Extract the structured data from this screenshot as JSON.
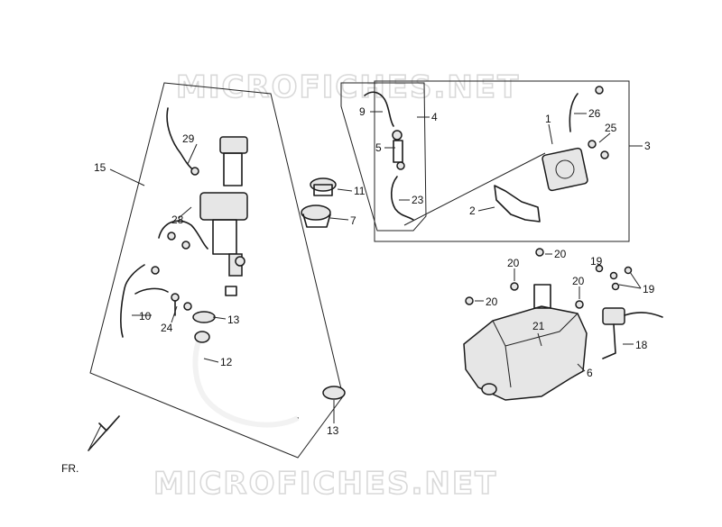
{
  "watermark": {
    "top": "MICROFICHES.NET",
    "bottom": "MICROFICHES.NET"
  },
  "direction_label": "FR.",
  "callouts": {
    "c1": "1",
    "c2": "2",
    "c3": "3",
    "c4": "4",
    "c5": "5",
    "c6": "6",
    "c7": "7",
    "c9": "9",
    "c10": "10",
    "c11": "11",
    "c12": "12",
    "c13a": "13",
    "c13b": "13",
    "c15": "15",
    "c18": "18",
    "c19a": "19",
    "c19b": "19",
    "c20a": "20",
    "c20b": "20",
    "c20c": "20",
    "c20d": "20",
    "c21": "21",
    "c23": "23",
    "c24": "24",
    "c25": "25",
    "c26": "26",
    "c28": "28",
    "c29": "29"
  }
}
